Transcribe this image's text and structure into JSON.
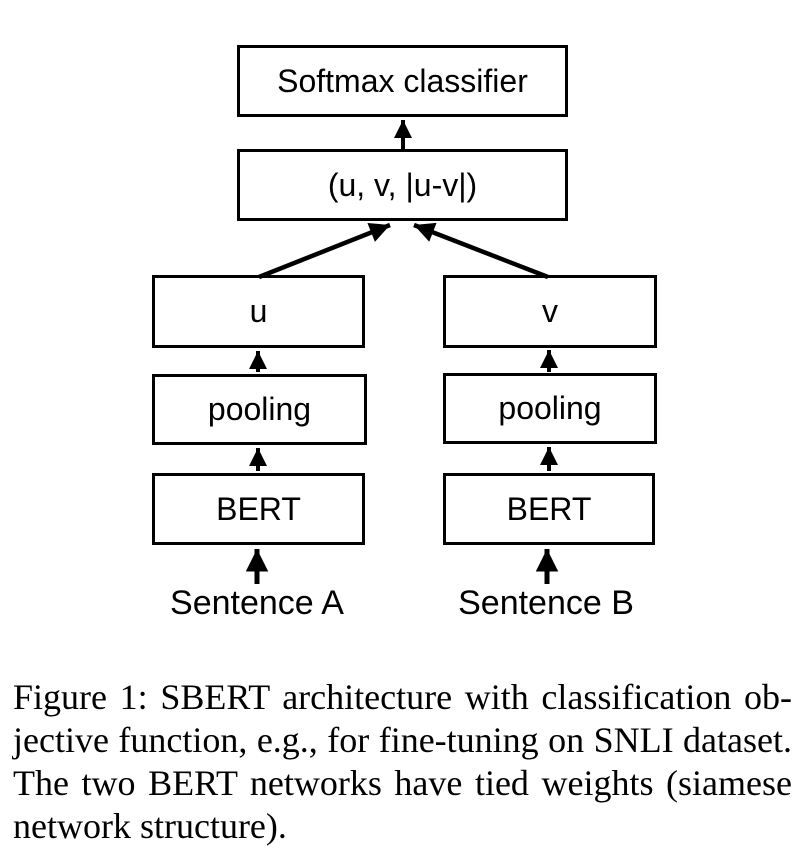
{
  "figure": {
    "boxes": {
      "softmax": "Softmax classifier",
      "concat": "(u, v, |u-v|)",
      "u": "u",
      "v": "v",
      "pooling_left": "pooling",
      "pooling_right": "pooling",
      "bert_left": "BERT",
      "bert_right": "BERT"
    },
    "inputs": {
      "sentence_a": "Sentence A",
      "sentence_b": "Sentence B"
    },
    "colors": {
      "ink": "#000000",
      "background": "#ffffff"
    }
  },
  "caption": {
    "line1": "Figure 1: SBERT architecture with classification ob-",
    "line2": "jective function, e.g., for fine-tuning on SNLI dataset.",
    "line3": "The two BERT networks have tied weights (siamese",
    "line4": "network structure)."
  }
}
